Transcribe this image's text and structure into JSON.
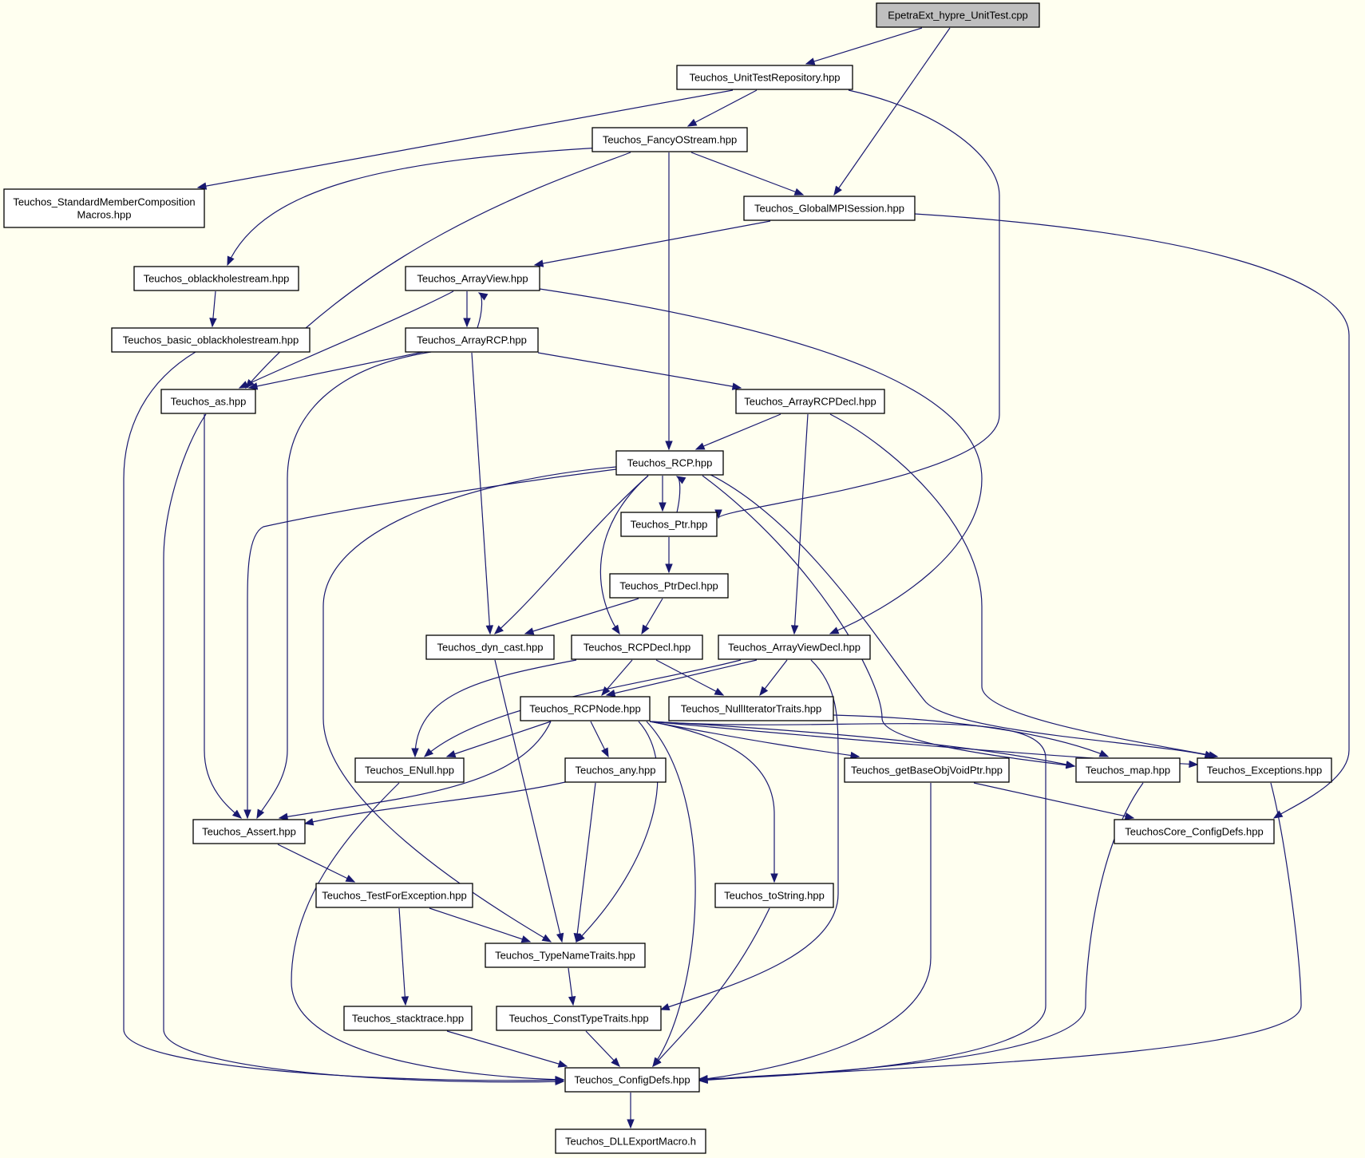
{
  "colors": {
    "background": "#fffff0",
    "edge": "#191970",
    "root_fill": "#bfbfbf",
    "node_fill": "#ffffff"
  },
  "nodes": {
    "root": "EpetraExt_hypre_UnitTest.cpp",
    "unittestrepo": "Teuchos_UnitTestRepository.hpp",
    "fancy": "Teuchos_FancyOStream.hpp",
    "stdmember": [
      "Teuchos_StandardMemberComposition",
      "Macros.hpp"
    ],
    "globalmpi": "Teuchos_GlobalMPISession.hpp",
    "oblack": "Teuchos_oblackholestream.hpp",
    "arrayview": "Teuchos_ArrayView.hpp",
    "basicoblack": "Teuchos_basic_oblackholestream.hpp",
    "arrayrcp": "Teuchos_ArrayRCP.hpp",
    "as": "Teuchos_as.hpp",
    "arrayrcpdecl": "Teuchos_ArrayRCPDecl.hpp",
    "rcp": "Teuchos_RCP.hpp",
    "ptr": "Teuchos_Ptr.hpp",
    "ptrdecl": "Teuchos_PtrDecl.hpp",
    "dyncast": "Teuchos_dyn_cast.hpp",
    "rcpdecl": "Teuchos_RCPDecl.hpp",
    "arrayviewdecl": "Teuchos_ArrayViewDecl.hpp",
    "rcpnode": "Teuchos_RCPNode.hpp",
    "nulliter": "Teuchos_NullIteratorTraits.hpp",
    "enull": "Teuchos_ENull.hpp",
    "any": "Teuchos_any.hpp",
    "getbase": "Teuchos_getBaseObjVoidPtr.hpp",
    "map": "Teuchos_map.hpp",
    "exceptions": "Teuchos_Exceptions.hpp",
    "assert": "Teuchos_Assert.hpp",
    "coreconfig": "TeuchosCore_ConfigDefs.hpp",
    "testfor": "Teuchos_TestForException.hpp",
    "tostring": "Teuchos_toString.hpp",
    "typename": "Teuchos_TypeNameTraits.hpp",
    "stacktrace": "Teuchos_stacktrace.hpp",
    "consttype": "Teuchos_ConstTypeTraits.hpp",
    "configdefs": "Teuchos_ConfigDefs.hpp",
    "dllexport": "Teuchos_DLLExportMacro.h"
  }
}
